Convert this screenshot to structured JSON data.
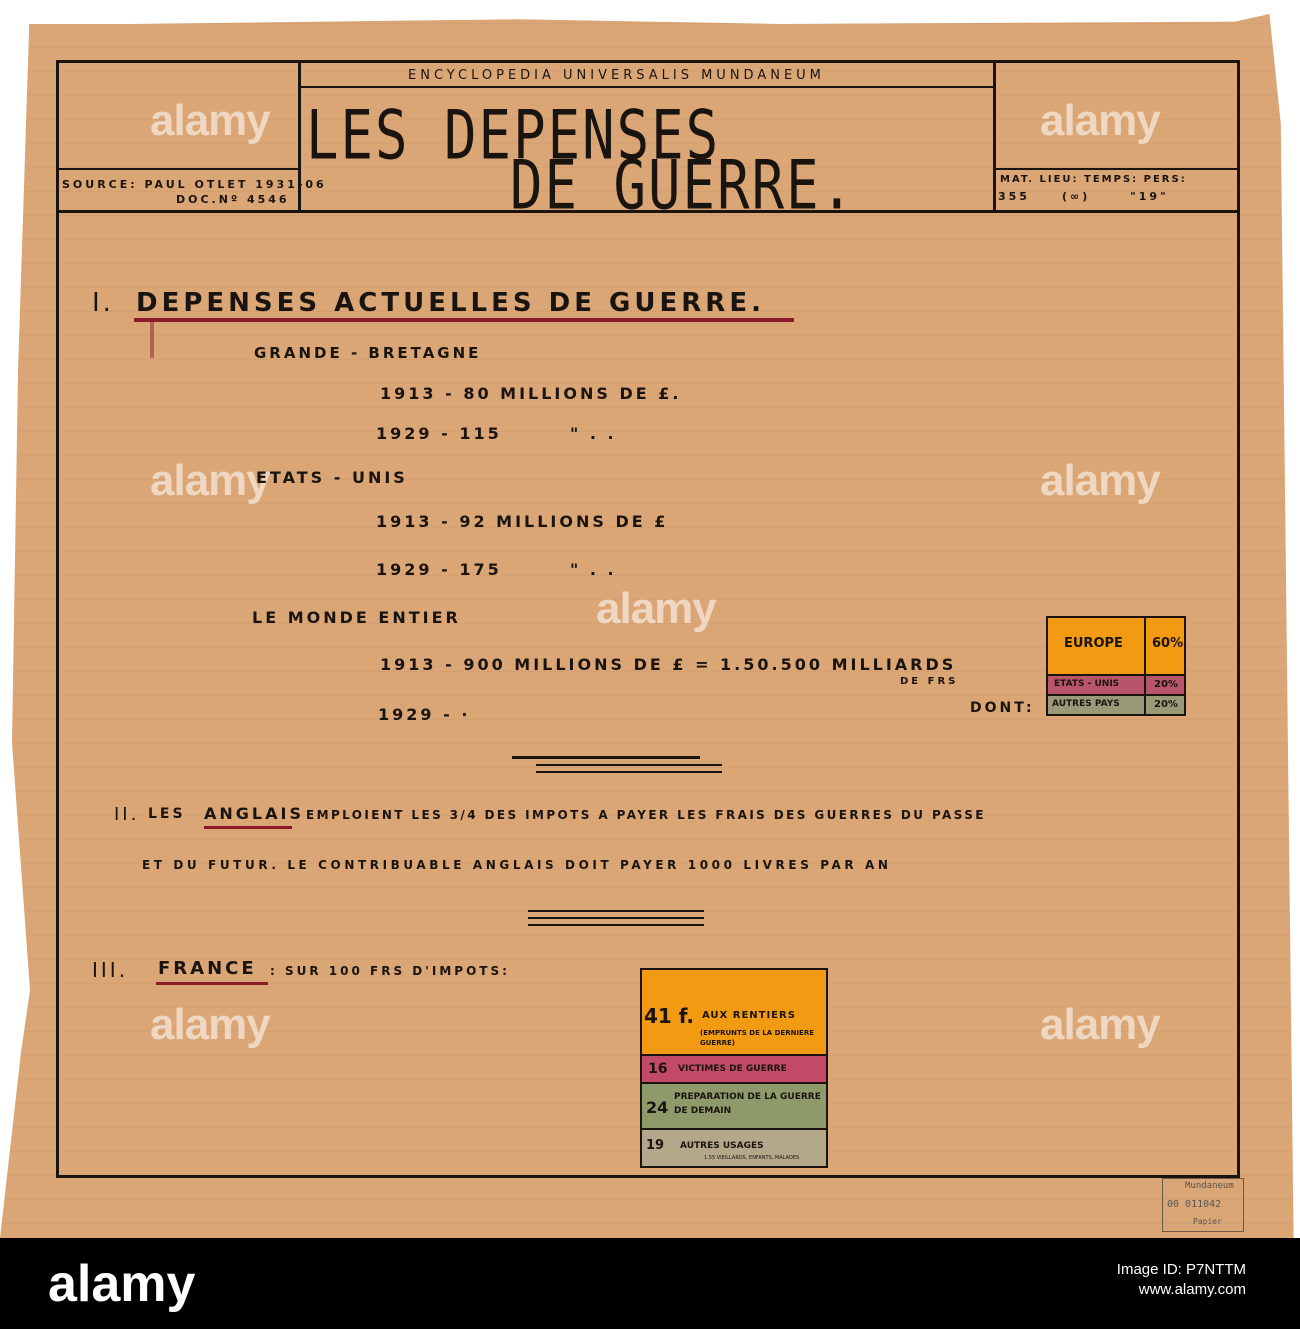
{
  "header": {
    "source_line1": "SOURCE: PAUL OTLET 1931-06",
    "source_line2": "DOC.Nº 4546",
    "encyclopedia": "ENCYCLOPEDIA UNIVERSALIS MUNDANEUM",
    "title_line1": "LES DEPENSES",
    "title_line2": "DE GUERRE.",
    "classification_labels": "MAT. LIEU: TEMPS: PERS:",
    "classification_values": [
      "355",
      "(∞)",
      "\"19\""
    ]
  },
  "section1": {
    "heading_num": "I.",
    "heading": "DEPENSES ACTUELLES DE GUERRE.",
    "gb_label": "GRANDE - BRETAGNE",
    "gb_1913": "1913 - 80 MILLIONS DE £.",
    "gb_1929": "1929 - 115",
    "gb_1929_ditto": "\"   .   .",
    "us_label": "ETATS - UNIS",
    "us_1913": "1913 - 92 MILLIONS DE £",
    "us_1929": "1929 - 175",
    "us_1929_ditto": "\"   .   .",
    "world_label": "LE MONDE ENTIER",
    "world_1913": "1913 - 900 MILLIONS DE £ = 1.50.500 MILLIARDS",
    "world_frs": "DE FRS",
    "world_1929": "1929 - ·",
    "dont": "DONT:",
    "breakdown": [
      {
        "label": "EUROPE",
        "pct": "60%",
        "color": "#f29a12"
      },
      {
        "label": "ETATS - UNIS",
        "pct": "20%",
        "color": "#b9556a"
      },
      {
        "label": "AUTRES PAYS",
        "pct": "20%",
        "color": "#9a9a78"
      }
    ]
  },
  "section2": {
    "num": "II.",
    "line1_a": "LES",
    "line1_b": "ANGLAIS",
    "line1_c": "EMPLOIENT LES 3/4 DES IMPOTS A PAYER LES FRAIS DES GUERRES DU PASSE",
    "line2": "ET DU FUTUR. LE CONTRIBUABLE ANGLAIS DOIT PAYER 1000 LIVRES PAR AN"
  },
  "section3": {
    "num": "III.",
    "country": "FRANCE",
    "intro": ": SUR 100 FRS D'IMPOTS:",
    "segments": [
      {
        "amount": "41 f.",
        "text": "AUX RENTIERS",
        "sub": "(EMPRUNTS DE LA DERNIERE GUERRE)",
        "color": "#f29a12"
      },
      {
        "amount": "16",
        "text": "VICTIMES DE GUERRE",
        "sub": "",
        "color": "#c24a66"
      },
      {
        "amount": "24",
        "text": "PREPARATION DE LA GUERRE DE DEMAIN",
        "sub": "",
        "color": "#8e9a6a"
      },
      {
        "amount": "19",
        "text": "AUTRES USAGES",
        "sub": "1.55 VIEILLARDS, ENFANTS, MALADES",
        "color": "#b4a88a"
      }
    ]
  },
  "stamp": {
    "line1": "Mundaneum",
    "line2": "00 011042",
    "line3": "Papier"
  },
  "watermark": "alamy",
  "footer": {
    "logo": "alamy",
    "image_id_label": "Image ID: P7NTTM",
    "url": "www.alamy.com"
  }
}
